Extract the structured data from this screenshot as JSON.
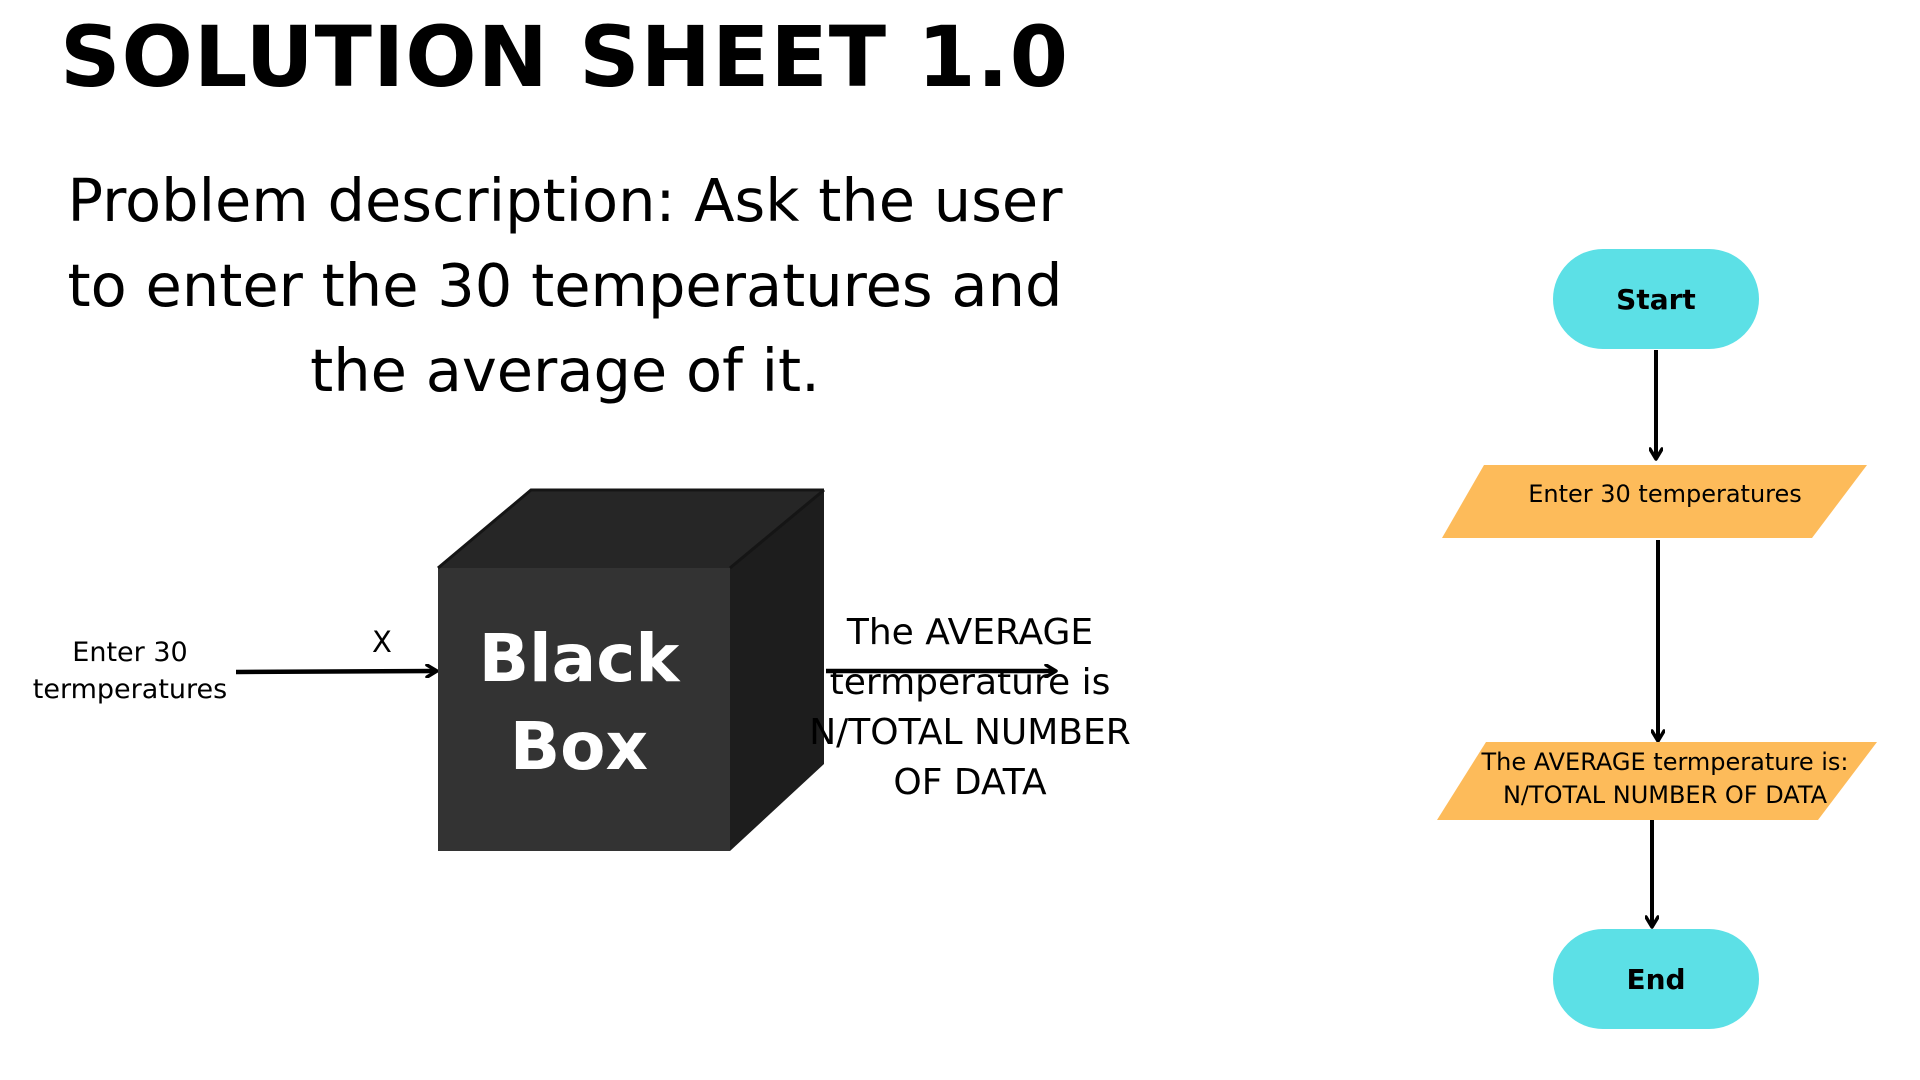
{
  "title": "SOLUTION SHEET 1.0",
  "problem_description": "Problem description: Ask the user to enter the 30 temperatures and the average of it.",
  "black_box": {
    "input_label": "Enter 30 termperatures",
    "input_variable": "X",
    "box_label_line1": "Black",
    "box_label_line2": "Box",
    "output_label": "The AVERAGE termperature is N/TOTAL NUMBER OF DATA"
  },
  "flowchart": {
    "start_label": "Start",
    "input_label": "Enter 30 temperatures",
    "output_label_line1": "The AVERAGE termperature is:",
    "output_label_line2": "N/TOTAL NUMBER OF DATA",
    "end_label": "End"
  },
  "colors": {
    "terminal_fill": "#5ce0e6",
    "io_fill": "#fdbb5a",
    "cube_front": "#333333",
    "cube_top": "#262626",
    "cube_side": "#1d1d1d"
  }
}
